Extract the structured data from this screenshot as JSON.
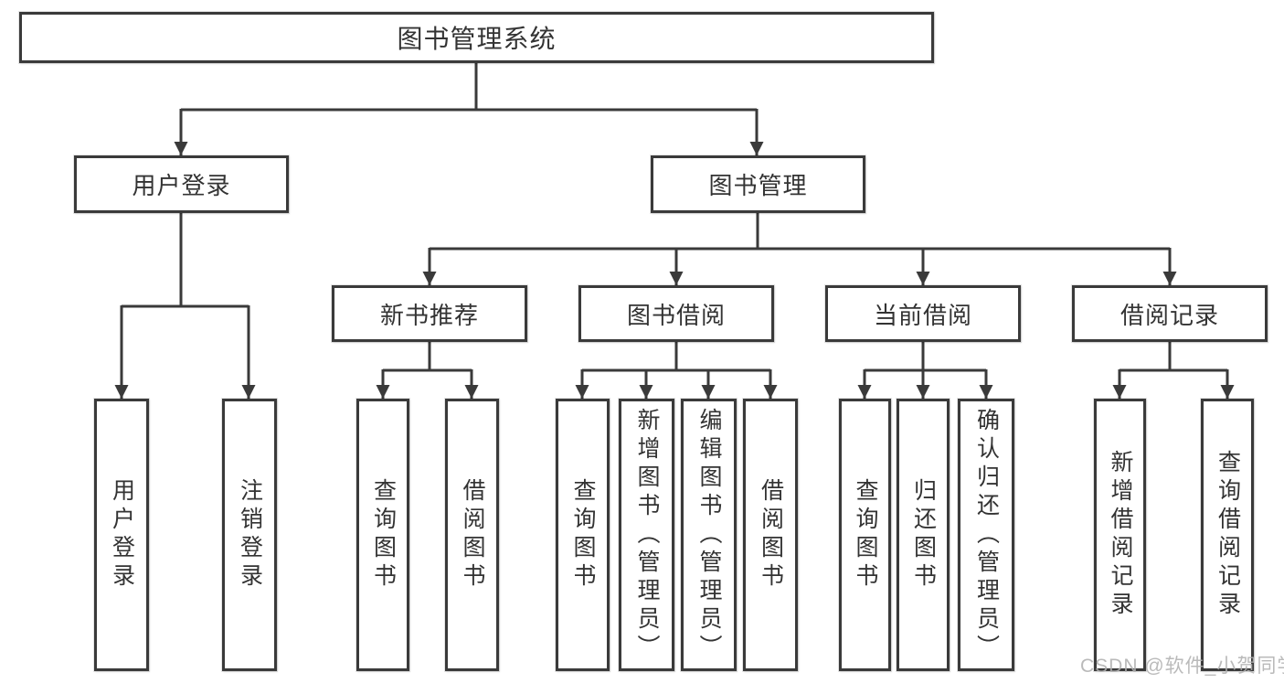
{
  "tree": {
    "root": {
      "label": "图书管理系统"
    },
    "children": [
      {
        "label": "用户登录",
        "children": [
          {
            "label": "用户登录"
          },
          {
            "label": "注销登录"
          }
        ]
      },
      {
        "label": "图书管理",
        "children": [
          {
            "label": "新书推荐",
            "children": [
              {
                "label": "查询图书"
              },
              {
                "label": "借阅图书"
              }
            ]
          },
          {
            "label": "图书借阅",
            "children": [
              {
                "label": "查询图书"
              },
              {
                "label": "新增图书（管理员）"
              },
              {
                "label": "编辑图书（管理员）"
              },
              {
                "label": "借阅图书"
              }
            ]
          },
          {
            "label": "当前借阅",
            "children": [
              {
                "label": "查询图书"
              },
              {
                "label": "归还图书"
              },
              {
                "label": "确认归还（管理员）"
              }
            ]
          },
          {
            "label": "借阅记录",
            "children": [
              {
                "label": "新增借阅记录"
              },
              {
                "label": "查询借阅记录"
              }
            ]
          }
        ]
      }
    ]
  },
  "watermark": {
    "text": "CSDN @软件_小贺同学"
  },
  "colors": {
    "line": "#3a3a3a",
    "box_border": "#3a3a3a",
    "text": "#333333",
    "watermark": "#b0b0b0",
    "background": "#ffffff"
  }
}
